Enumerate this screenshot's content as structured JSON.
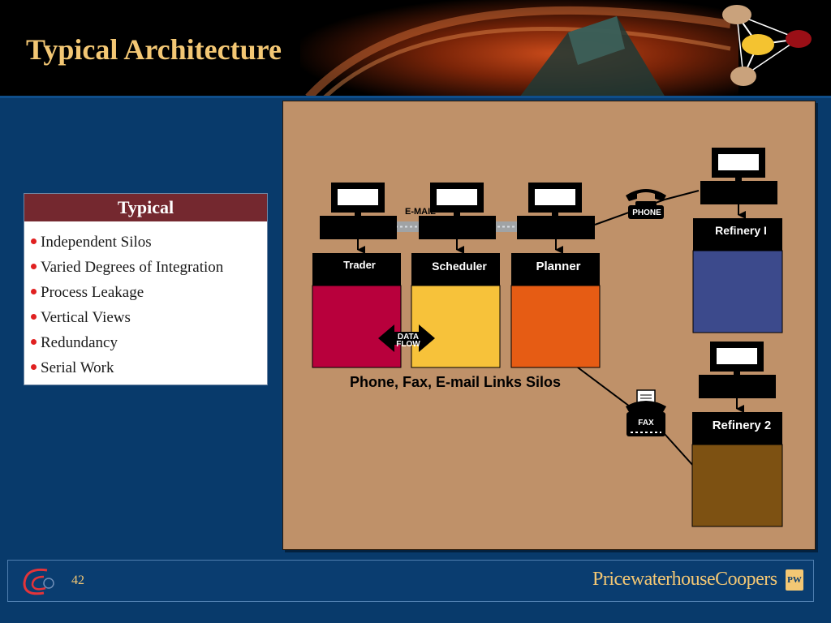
{
  "slide": {
    "title": "Typical Architecture",
    "page_number": "42",
    "brand": "PricewaterhouseCoopers",
    "brand_badge": "PW"
  },
  "typical_panel": {
    "heading": "Typical",
    "bullets": [
      "Independent Silos",
      "Varied Degrees of Integration",
      "Process Leakage",
      "Vertical Views",
      "Redundancy",
      "Serial Work"
    ]
  },
  "diagram": {
    "silos": [
      {
        "label": "Trader",
        "color": "#b8003c"
      },
      {
        "label": "Scheduler",
        "color": "#f7c23a"
      },
      {
        "label": "Planner",
        "color": "#e65c14"
      }
    ],
    "refineries": [
      {
        "label": "Refinery I",
        "color": "#3c4a8c"
      },
      {
        "label": "Refinery 2",
        "color": "#7d5112"
      }
    ],
    "email_label": "E-MAIL",
    "phone_label": "PHONE",
    "fax_label": "FAX",
    "data_flow_label_1": "DATA",
    "data_flow_label_2": "FLOW",
    "caption": "Phone, Fax, E-mail Links Silos"
  },
  "colors": {
    "background": "#083a6b",
    "title": "#f3c774",
    "panel": "#bf9169",
    "typical_header": "#74282f",
    "bullet": "#e02020"
  }
}
